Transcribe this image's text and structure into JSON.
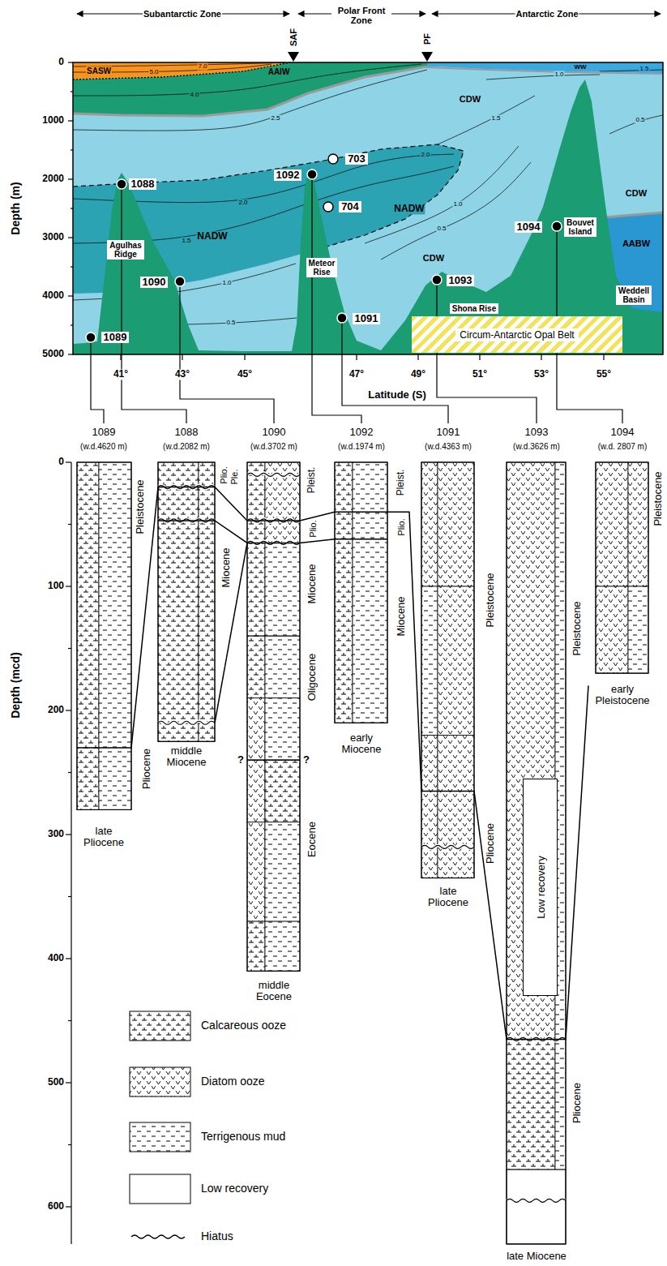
{
  "diagram": {
    "nodes": [
      {
        "text": [
          "1088"
        ]
      },
      {
        "text": [
          "1089"
        ]
      },
      {
        "text": [
          "1090"
        ]
      },
      {
        "text": [
          "1092"
        ]
      },
      {
        "text": [
          "703"
        ]
      },
      {
        "text": [
          "704"
        ]
      },
      {
        "text": [
          "1091"
        ]
      },
      {
        "text": [
          "1093"
        ]
      },
      {
        "text": [
          "1094"
        ]
      },
      {
        "text": [
          "Agulhas Ridge"
        ]
      },
      {
        "text": [
          "Meteor Rise"
        ]
      },
      {
        "text": [
          "Shona Rise"
        ]
      },
      {
        "text": [
          "Bouvet Island"
        ]
      },
      {
        "text": [
          "Weddell Basin"
        ]
      },
      {
        "text": [
          "Circum-Antarctic Opal Belt"
        ]
      },
      {
        "text": [
          "Low recovery"
        ]
      }
    ],
    "labels": [
      "Subantarctic Zone",
      "Polar Front Zone",
      "Antarctic Zone",
      "SAF",
      "PF",
      "SASW",
      "AAIW",
      "WW",
      "CDW",
      "CDW",
      "CDW",
      "NADW",
      "NADW",
      "AABW",
      "7.0",
      "5.0",
      "4.0",
      "2.5",
      "2.0",
      "2.0",
      "1.5",
      "1.5",
      "1.5",
      "1.0",
      "1.0",
      "1.0",
      "0.5",
      "0.5",
      "0.5",
      "Depth (m)",
      "0",
      "1000",
      "2000",
      "3000",
      "4000",
      "5000",
      "41°",
      "43°",
      "45°",
      "47°",
      "49°",
      "51°",
      "53°",
      "55°",
      "Latitude (S)",
      "1089",
      "(w.d.4620 m)",
      "1088",
      "(w.d.2082 m)",
      "1090",
      "(w.d.3702 m)",
      "1092",
      "(w.d.1974 m)",
      "1091",
      "(w.d.4363 m)",
      "1093",
      "(w.d.3626 m)",
      "1094",
      "(w.d. 2807 m)",
      "Depth (mcd)",
      "0",
      "100",
      "200",
      "300",
      "400",
      "500",
      "600",
      "Pleistocene",
      "Pliocene",
      "late Pliocene",
      "Plio.",
      "Ple.",
      "Miocene",
      "middle Miocene",
      "Pleist.",
      "Plio.",
      "Miocene",
      "Oligocene",
      "Eocene",
      "?",
      "?",
      "middle Eocene",
      "Pleist.",
      "Plio.",
      "Miocene",
      "early Miocene",
      "Pleistocene",
      "Pliocene",
      "late Pliocene",
      "Pleistocene",
      "Pliocene",
      "late Miocene",
      "Pleistocene",
      "early Pleistocene"
    ],
    "legend": [
      {
        "text": "Calcareous ooze"
      },
      {
        "text": "Diatom ooze"
      },
      {
        "text": "Terrigenous mud"
      },
      {
        "text": "Low recovery"
      },
      {
        "text": "Hiatus"
      }
    ]
  }
}
